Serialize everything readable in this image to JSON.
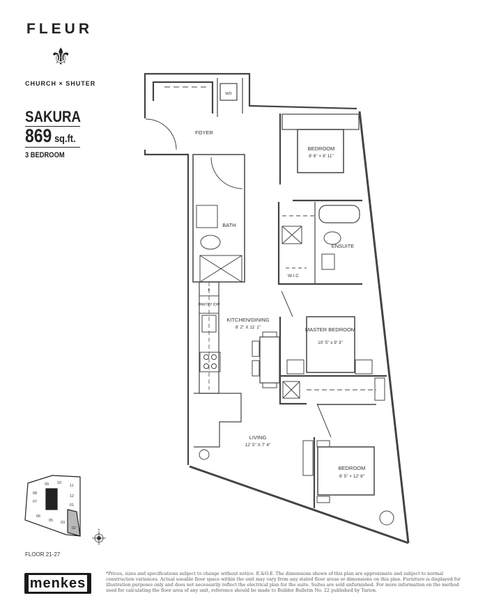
{
  "brand": {
    "name": "FLEUR",
    "fleur_icon": "fleur-de-lis-icon",
    "subtitle": "CHURCH × SHUTER"
  },
  "suite": {
    "name": "SAKURA",
    "area_value": "869",
    "area_unit": "sq.ft.",
    "bedrooms": "3 BEDROOM"
  },
  "plan": {
    "rooms": [
      {
        "name": "FOYER",
        "size": ""
      },
      {
        "name": "WD",
        "size": ""
      },
      {
        "name": "BEDROOM",
        "size": "8' 6\" × 8' 11\""
      },
      {
        "name": "BATH",
        "size": ""
      },
      {
        "name": "ENSUITE",
        "size": ""
      },
      {
        "name": "W.I.C",
        "size": ""
      },
      {
        "name": "F",
        "size": ""
      },
      {
        "name": "PANTRY /DW",
        "size": ""
      },
      {
        "name": "KITCHEN/DINING",
        "size": "8' 2\" X 11' 1\""
      },
      {
        "name": "MASTER BEDROOM",
        "size": "10' 5\" x 9' 3\""
      },
      {
        "name": "LIVING",
        "size": "12' 5\" X 7' 4\""
      },
      {
        "name": "BEDROOM",
        "size": "8' 5\" × 12' 8\""
      }
    ]
  },
  "keyplan": {
    "units": [
      "09",
      "10",
      "11",
      "08",
      "12",
      "07",
      "01",
      "06",
      "05",
      "03",
      "02"
    ],
    "highlighted": "02",
    "floor_label": "FLOOR 21-27",
    "compass_label": "N",
    "highlight_color": "#b8b8b8"
  },
  "developer": {
    "name": "menkes"
  },
  "disclaimer": "*Prices, sizes and specifications subject to change without notice. E.&O.E. The dimensions shown of this plan are approximate and subject to normal construction variances. Actual useable floor space within the unit may vary from any stated floor areas or dimensions on this plan. Furniture is displayed for illustration purposes only and does not necessarily reflect the electrical plan for the suite. Suites are sold unfurnished. For more information on the method used for calculating the floor area of any unit, reference should be made to Builder Bulletin No. 22 published by Tarion."
}
